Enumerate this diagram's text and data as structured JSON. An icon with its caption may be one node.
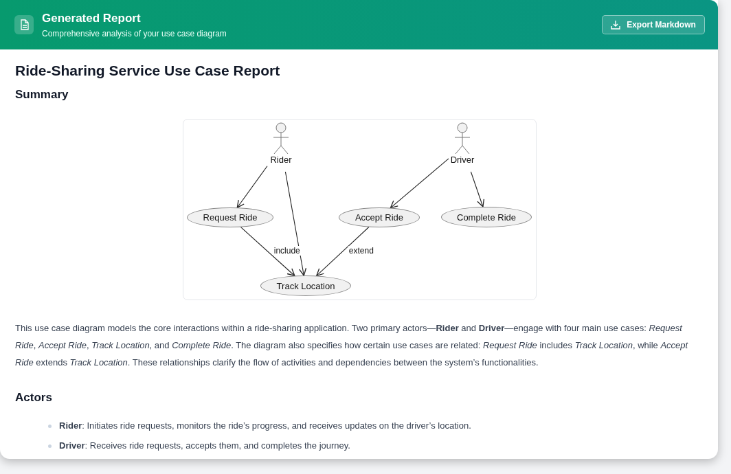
{
  "diagram": {
    "title": "Ride-Sharing Service Use Case Report",
    "nodes": [
      {
        "text": [
          "Rider"
        ]
      },
      {
        "text": [
          "Driver"
        ]
      },
      {
        "text": [
          "Request Ride"
        ]
      },
      {
        "text": [
          "Accept Ride"
        ]
      },
      {
        "text": [
          "Complete Ride"
        ]
      },
      {
        "text": [
          "Track Location"
        ]
      }
    ],
    "edges": [
      {
        "from": 0,
        "to": 2,
        "arrow": "to"
      },
      {
        "from": 0,
        "to": 5,
        "arrow": "to"
      },
      {
        "from": 1,
        "to": 3,
        "arrow": "to"
      },
      {
        "from": 1,
        "to": 4,
        "arrow": "to"
      },
      {
        "from": 2,
        "to": 5,
        "label": "include",
        "arrow": "to"
      },
      {
        "from": 3,
        "to": 5,
        "label": "extend",
        "arrow": "to"
      }
    ],
    "labels": [
      "Generated Report",
      "Comprehensive analysis of your use case diagram",
      "Export Markdown",
      "Summary",
      "This use case diagram models the core interactions within a ride-sharing application. Two primary actors—**Rider** and **Driver**—engage with four main use cases: *Request Ride*, *Accept Ride*, *Track Location*, and *Complete Ride*. The diagram also specifies how certain use cases are related: *Request Ride* includes *Track Location*, while *Accept Ride* extends *Track Location*. These relationships clarify the flow of activities and dependencies between the system’s functionalities.",
      "Actors",
      "**Rider**: Initiates ride requests, monitors the ride’s progress, and receives updates on the driver’s location.",
      "**Driver**: Receives ride requests, accepts them, and completes the journey."
    ]
  }
}
